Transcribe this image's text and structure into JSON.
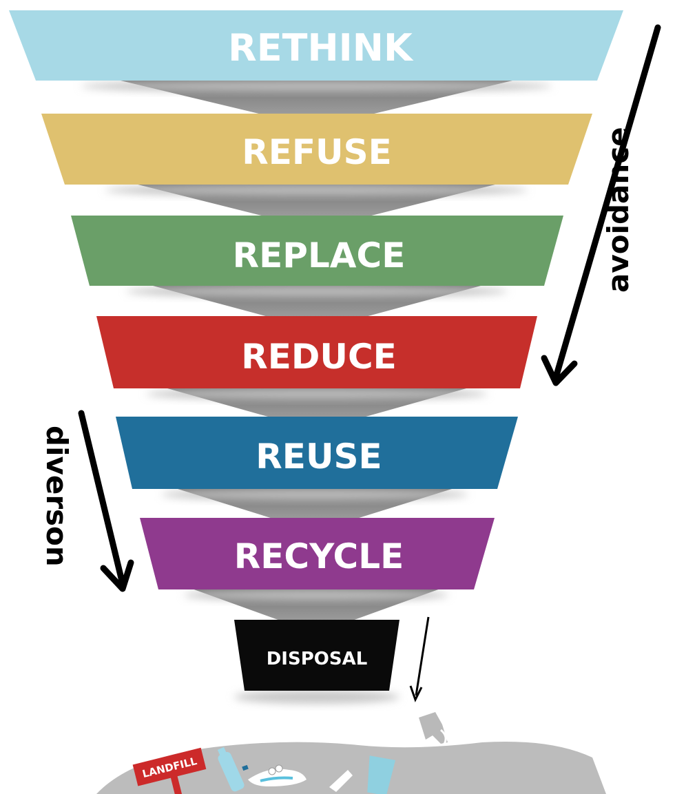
{
  "bands": [
    {
      "label": "RETHINK",
      "color": "#a7d9e6"
    },
    {
      "label": "REFUSE",
      "color": "#dfc16f"
    },
    {
      "label": "REPLACE",
      "color": "#6a9f68"
    },
    {
      "label": "REDUCE",
      "color": "#c62f2b"
    },
    {
      "label": "REUSE",
      "color": "#206f9b"
    },
    {
      "label": "RECYCLE",
      "color": "#8f3a8e"
    }
  ],
  "disposal": {
    "label": "DISPOSAL",
    "color": "#0a0a0a"
  },
  "arrows": {
    "avoidance": "avoidance",
    "diversion": "diverson"
  },
  "landfill": {
    "sign": "LANDFILL",
    "sign_color": "#cc2a2a",
    "ground_color": "#bcbcbc"
  }
}
